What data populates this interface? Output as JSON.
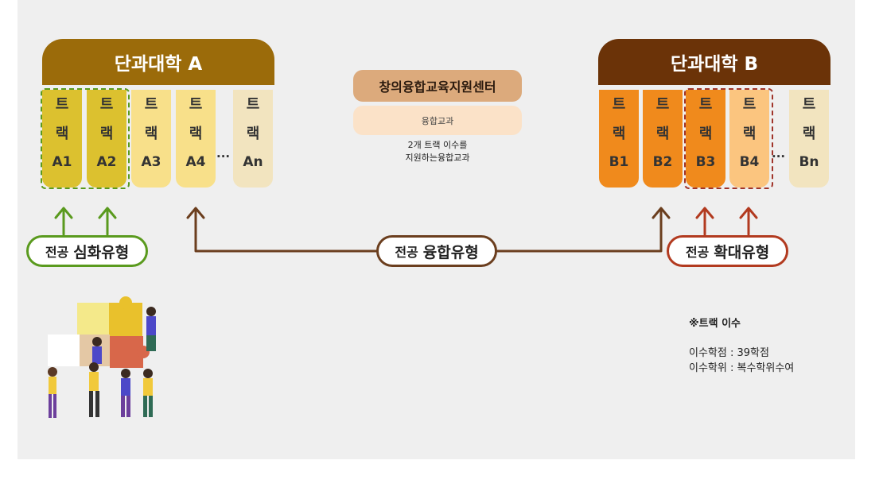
{
  "college_a": {
    "title": "단과대학 A",
    "color": "#9b6b0a",
    "tracks": [
      {
        "word": "트",
        "word2": "랙",
        "code": "A1",
        "bg": "#dcc12f"
      },
      {
        "word": "트",
        "word2": "랙",
        "code": "A2",
        "bg": "#dcc12f"
      },
      {
        "word": "트",
        "word2": "랙",
        "code": "A3",
        "bg": "#f8e08a"
      },
      {
        "word": "트",
        "word2": "랙",
        "code": "A4",
        "bg": "#f8e08a"
      },
      {
        "word": "트",
        "word2": "랙",
        "code": "An",
        "bg": "#f2e4bf"
      }
    ],
    "ellipsis": "···"
  },
  "college_b": {
    "title": "단과대학 B",
    "color": "#6b3308",
    "tracks": [
      {
        "word": "트",
        "word2": "랙",
        "code": "B1",
        "bg": "#f08a1c"
      },
      {
        "word": "트",
        "word2": "랙",
        "code": "B2",
        "bg": "#f08a1c"
      },
      {
        "word": "트",
        "word2": "랙",
        "code": "B3",
        "bg": "#f08a1c"
      },
      {
        "word": "트",
        "word2": "랙",
        "code": "B4",
        "bg": "#fbc57f"
      },
      {
        "word": "트",
        "word2": "랙",
        "code": "Bn",
        "bg": "#f2e4bf"
      }
    ],
    "ellipsis": "···"
  },
  "center": {
    "title": "창의융합교육지원센터",
    "subject": "융합교과",
    "desc_line1": "2개 트랙 이수를",
    "desc_line2": "지원하는융합교과"
  },
  "labels": {
    "deep": {
      "prefix": "전공",
      "main": "심화유형",
      "color": "#5a9a1e"
    },
    "fusion": {
      "prefix": "전공",
      "main": "융합유형",
      "color": "#6b3e1e"
    },
    "expand": {
      "prefix": "전공",
      "main": "확대유형",
      "color": "#b23a1f"
    }
  },
  "notes": {
    "title": "※트랙 이수",
    "credits": "이수학점 : 39학점",
    "degree": "이수학위 : 복수학위수여"
  }
}
